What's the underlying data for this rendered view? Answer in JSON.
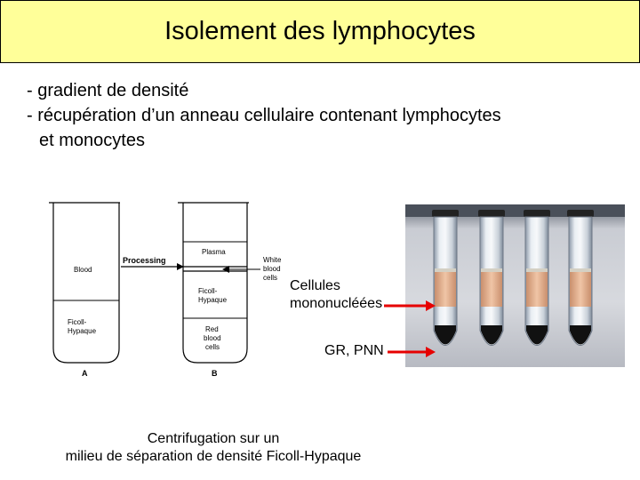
{
  "slide": {
    "title": "Isolement des lymphocytes",
    "bullets": [
      "- gradient de densité",
      "- récupération d’un anneau cellulaire contenant lymphocytes",
      "et monocytes"
    ]
  },
  "diagram": {
    "tube_a": {
      "letter": "A",
      "layers": [
        "Blood",
        "Ficoll-",
        "Hypaque"
      ]
    },
    "arrow_label": "Processing",
    "tube_b": {
      "letter": "B",
      "layers": [
        "Plasma",
        "Ficoll-",
        "Hypaque",
        "Red",
        "blood",
        "cells"
      ],
      "side_label": [
        "White",
        "blood",
        "cells"
      ]
    }
  },
  "photo_callouts": {
    "mononuclear": [
      "Cellules",
      "mononucléées"
    ],
    "granulocytes": "GR, PNN",
    "arrow_color": "#e60000"
  },
  "caption": [
    "Centrifugation sur un",
    "milieu de séparation de densité Ficoll-Hypaque"
  ]
}
